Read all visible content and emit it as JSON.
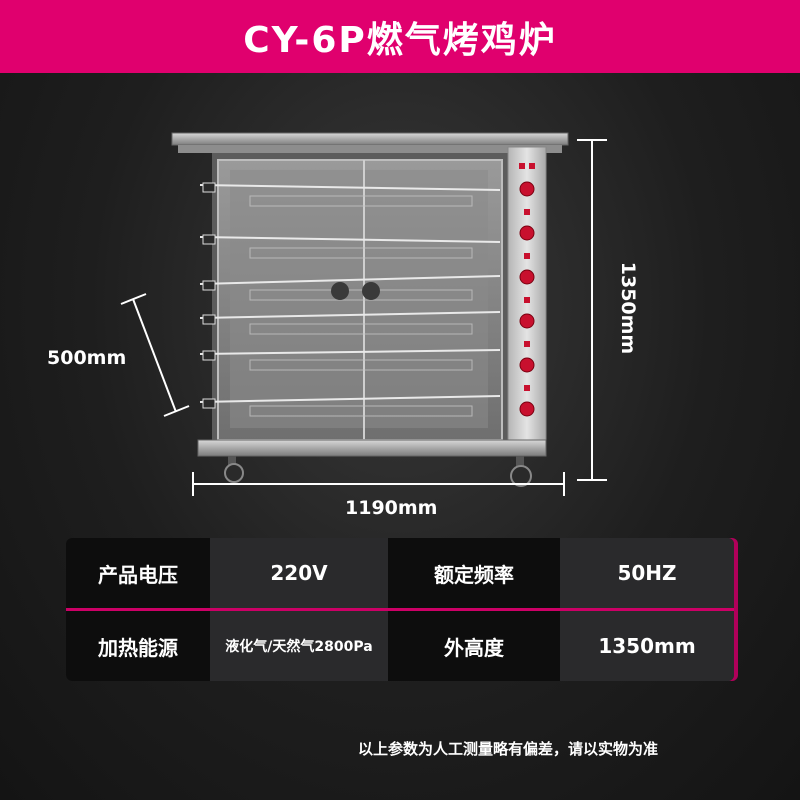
{
  "title": "CY-6P燃气烤鸡炉",
  "dimensions": {
    "depth": "500mm",
    "width": "1190mm",
    "height": "1350mm"
  },
  "specs": [
    {
      "label": "产品电压",
      "value": "220V",
      "label2": "额定频率",
      "value2": "50HZ"
    },
    {
      "label": "加热能源",
      "value": "液化气/天然气2800Pa",
      "label2": "外高度",
      "value2": "1350mm"
    }
  ],
  "footer_note": "以上参数为人工测量略有偏差，请以实物为准",
  "colors": {
    "accent": "#e0006e",
    "knob": "#c8102e",
    "background": "#1e1e1e"
  }
}
